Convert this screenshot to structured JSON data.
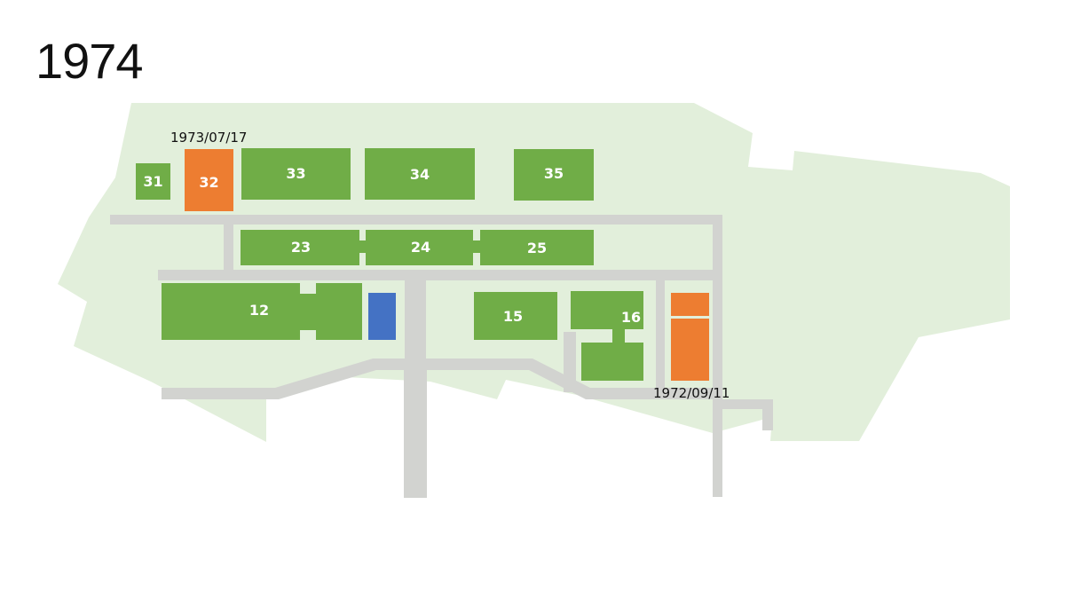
{
  "title": "1974",
  "colors": {
    "campus": "#e2efdb",
    "road": "#d2d3d0",
    "building_existing": "#70ad47",
    "building_new": "#ed7d31",
    "building_other": "#4472c4",
    "label_on_building": "#ffffff",
    "label_text": "#111111"
  },
  "buildings": {
    "b31": "31",
    "b32": "32",
    "b33": "33",
    "b34": "34",
    "b35": "35",
    "b23": "23",
    "b24": "24",
    "b25": "25",
    "b12": "12",
    "b15": "15",
    "b16": "16"
  },
  "annotations": {
    "building_32_date": "1973/07/17",
    "east_building_date": "1972/09/11"
  }
}
